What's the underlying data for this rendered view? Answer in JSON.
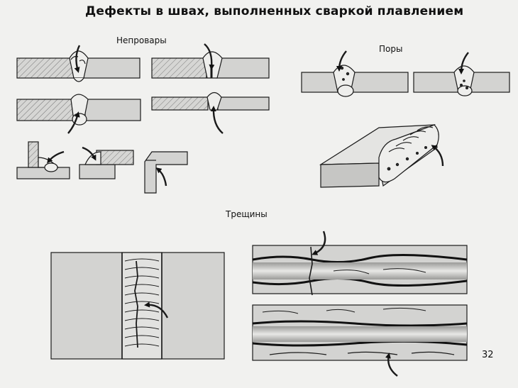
{
  "title": "Дефекты в швах, выполненных сваркой плавлением",
  "sections": {
    "incomplete_penetration": "Непровары",
    "pores": "Поры",
    "cracks": "Трещины"
  },
  "page_number": "32",
  "colors": {
    "background": "#f1f1ef",
    "plate": "#d3d3d1",
    "outline": "#1a1a1a"
  }
}
